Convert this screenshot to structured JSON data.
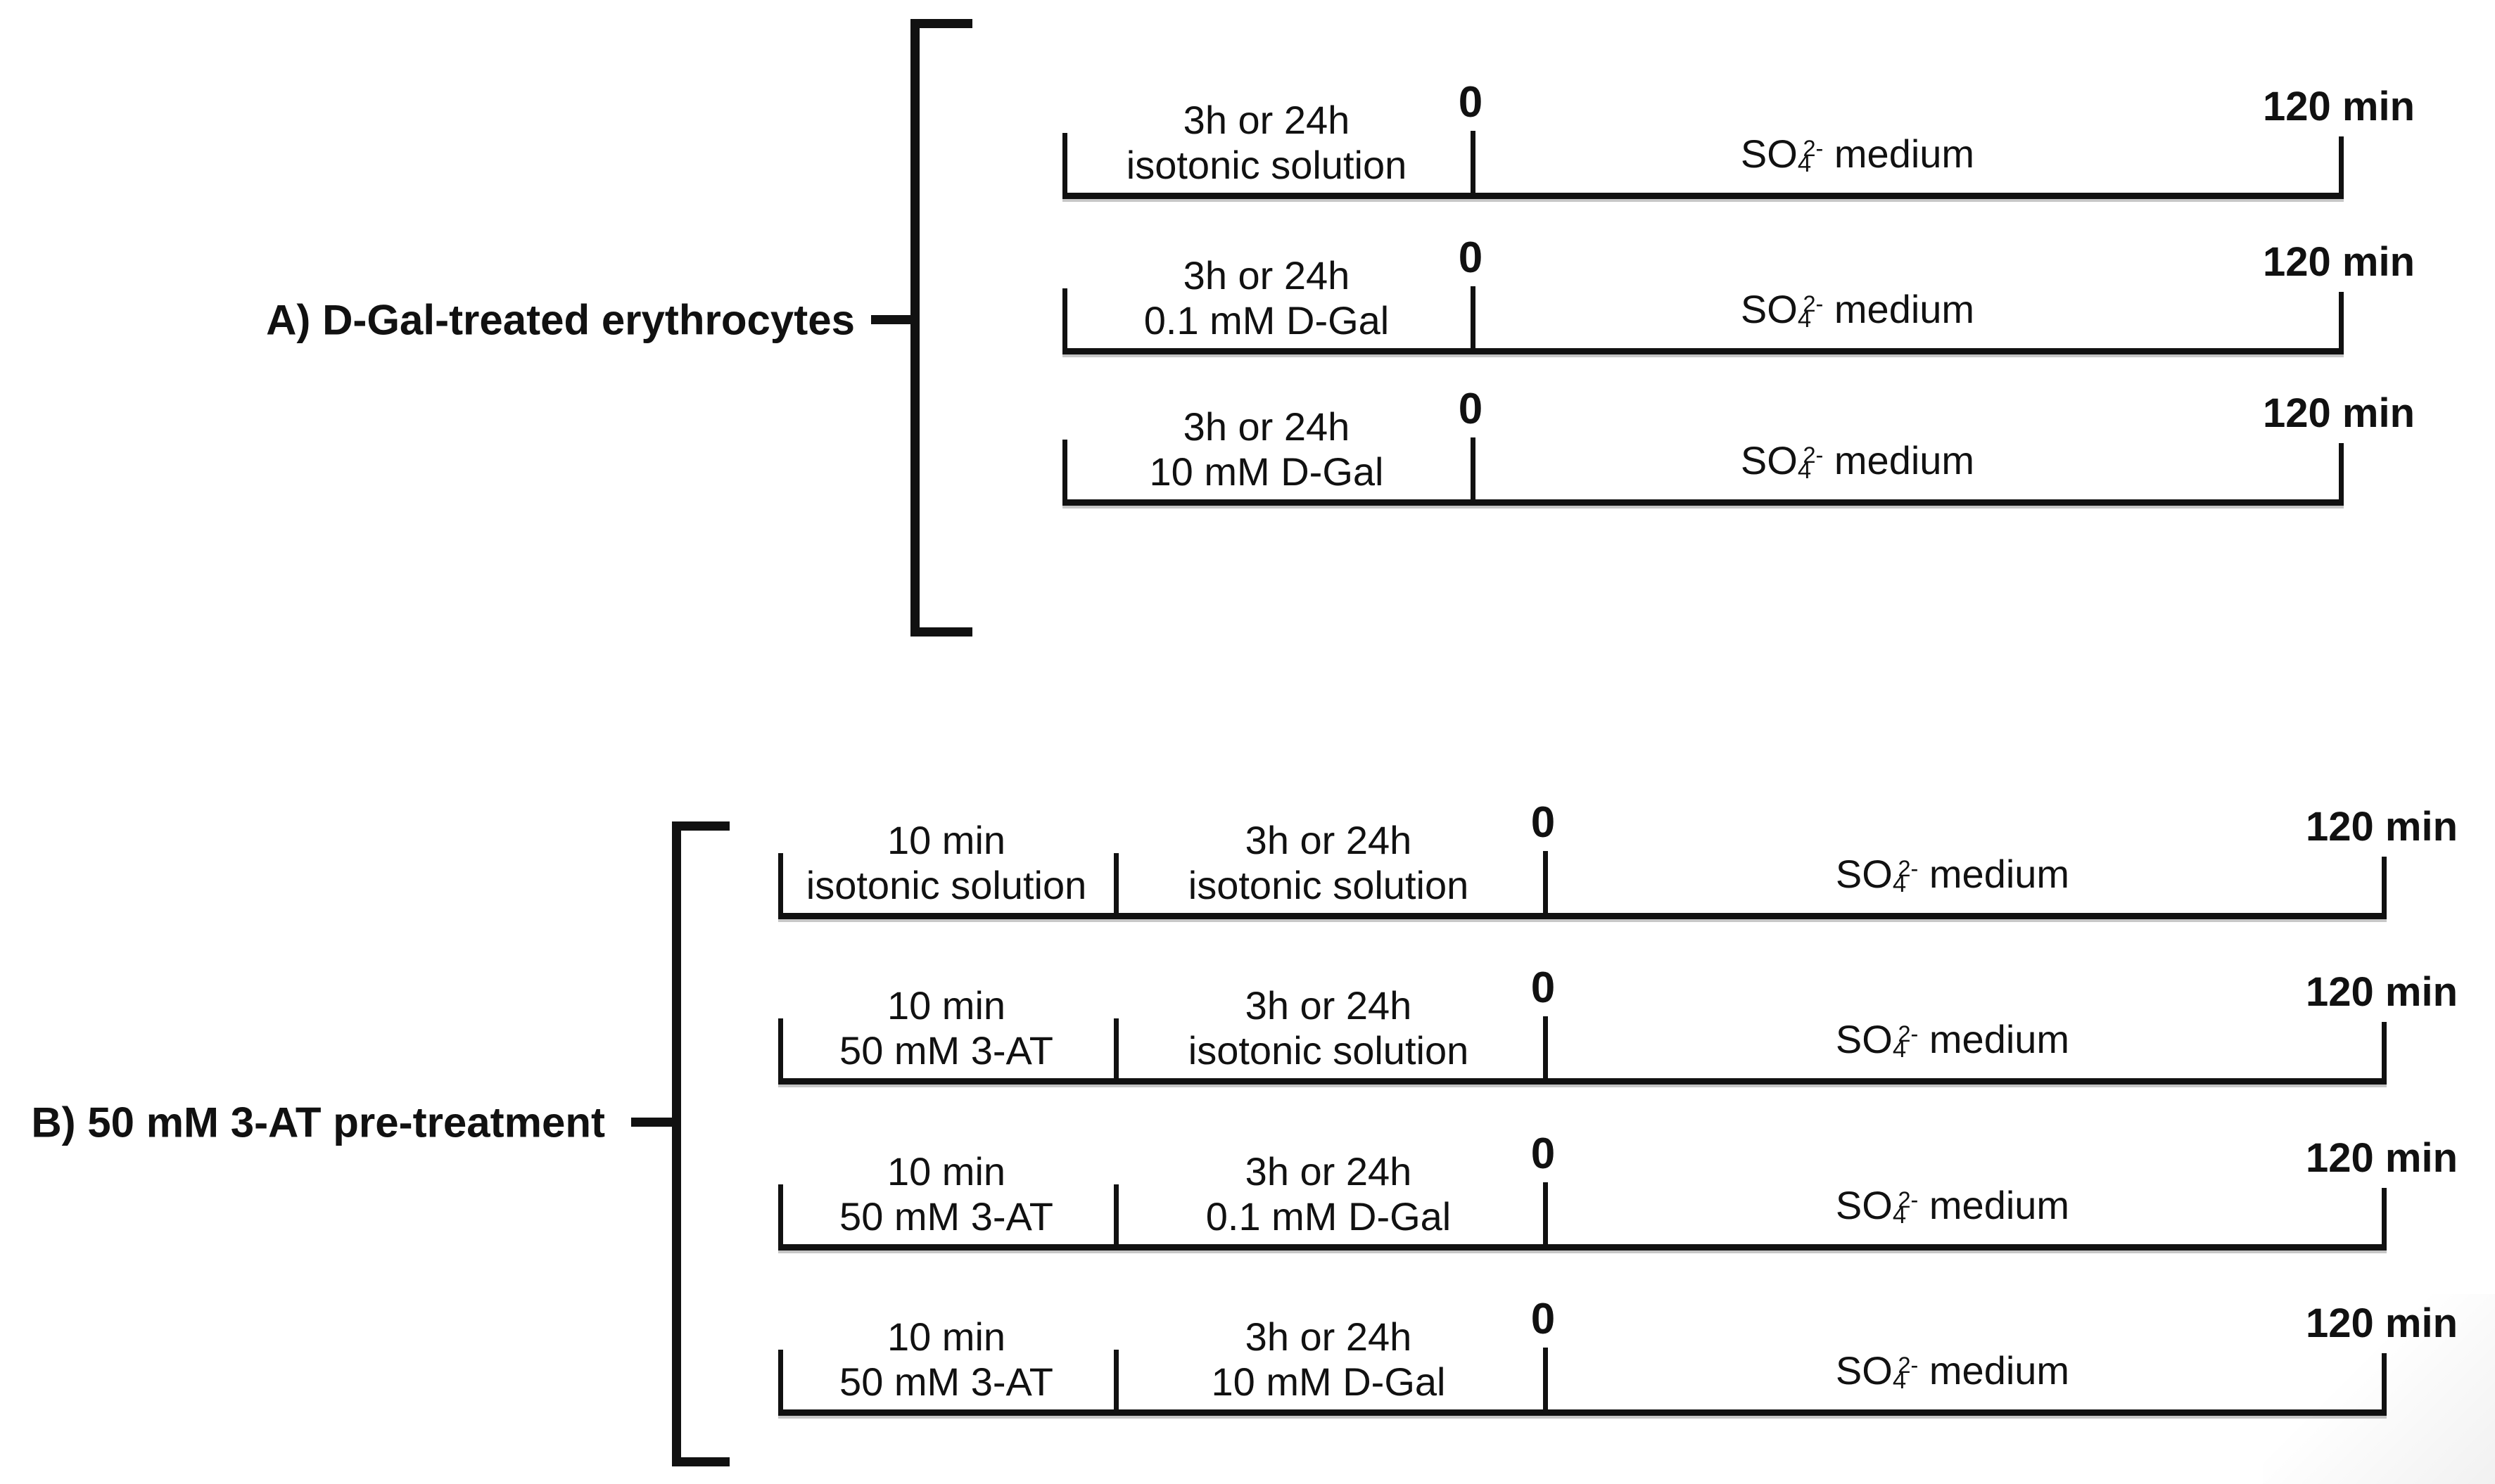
{
  "figure": {
    "background_color": "#ffffff",
    "line_color": "#111111",
    "zero_label": "0",
    "end_label": "120 min",
    "medium_label": {
      "base": "SO",
      "subscript": "4",
      "superscript": "2-",
      "suffix": " medium"
    },
    "panels": [
      {
        "id": "A",
        "title": "A) D-Gal-treated erythrocytes",
        "rows": [
          {
            "segments": [
              [
                "3h or 24h",
                "isotonic solution"
              ]
            ]
          },
          {
            "segments": [
              [
                "3h or 24h",
                "0.1 mM D-Gal"
              ]
            ]
          },
          {
            "segments": [
              [
                "3h or 24h",
                "10 mM D-Gal"
              ]
            ]
          }
        ]
      },
      {
        "id": "B",
        "title": "B) 50 mM 3-AT pre-treatment",
        "rows": [
          {
            "segments": [
              [
                "10 min",
                "isotonic solution"
              ],
              [
                "3h or 24h",
                "isotonic solution"
              ]
            ]
          },
          {
            "segments": [
              [
                "10 min",
                "50 mM 3-AT"
              ],
              [
                "3h or 24h",
                "isotonic solution"
              ]
            ]
          },
          {
            "segments": [
              [
                "10 min",
                "50 mM 3-AT"
              ],
              [
                "3h or 24h",
                "0.1 mM D-Gal"
              ]
            ]
          },
          {
            "segments": [
              [
                "10 min",
                "50 mM 3-AT"
              ],
              [
                "3h or 24h",
                "10 mM D-Gal"
              ]
            ]
          }
        ]
      }
    ]
  }
}
